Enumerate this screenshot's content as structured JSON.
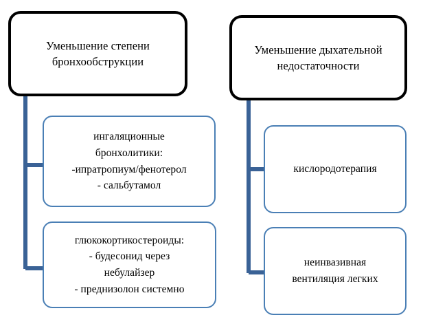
{
  "diagram": {
    "type": "flowchart",
    "orientation": "two-column-tree",
    "colors": {
      "root_border": "#000000",
      "leaf_border": "#4a7fb5",
      "connector_trunk": "#3a6296",
      "connector_branch": "#3a6296",
      "background": "#ffffff",
      "text": "#000000"
    },
    "branches": [
      {
        "id": "bronchoobstruction",
        "root": {
          "name": "root-left",
          "text": "Уменьшение степени\nбронхообструкции"
        },
        "children": [
          {
            "name": "leaf-bronchodilators",
            "text": "ингаляционные\nбронхолитики:\n-ипратропиум/фенотерол\n- сальбутамол"
          },
          {
            "name": "leaf-corticosteroids",
            "text": "глюкокортикостероиды:\n- будесонид через\nнебулайзер\n- преднизолон системно"
          }
        ]
      },
      {
        "id": "respiratory-failure",
        "root": {
          "name": "root-right",
          "text": "Уменьшение дыхательной\nнедостаточности"
        },
        "children": [
          {
            "name": "leaf-oxygen",
            "text": "кислородотерапия"
          },
          {
            "name": "leaf-niv",
            "text": "неинвазивная\nвентиляция легких"
          }
        ]
      }
    ]
  }
}
